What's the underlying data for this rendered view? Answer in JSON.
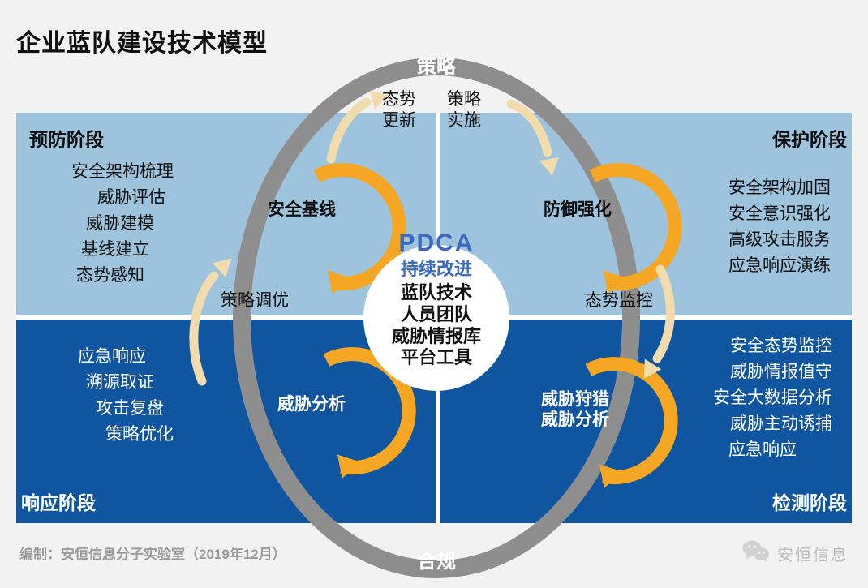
{
  "title": "企业蓝队建设技术模型",
  "colors": {
    "background": "#f2f2f2",
    "panel_light_blue": "#9dc3dd",
    "panel_dark_blue": "#10559f",
    "ring_gray": "#8e8e8e",
    "accent_orange": "#f5a623",
    "flow_arrow_cream": "#f2dcae",
    "center_blue_text": "#3a6bbf",
    "divider_white": "#ffffff"
  },
  "ring": {
    "top_label": "策略",
    "bottom_label": "合规"
  },
  "center": {
    "heading": "PDCA",
    "subheading": "持续改进",
    "lines": [
      "蓝队技术",
      "人员团队",
      "威胁情报库",
      "平台工具"
    ]
  },
  "quadrants": [
    {
      "key": "prevent",
      "title": "预防阶段",
      "items": [
        "安全架构梳理",
        "威胁评估",
        "威胁建模",
        "基线建立",
        "态势感知"
      ]
    },
    {
      "key": "protect",
      "title": "保护阶段",
      "items": [
        "安全架构加固",
        "安全意识强化",
        "高级攻击服务",
        "应急响应演练"
      ]
    },
    {
      "key": "respond",
      "title": "响应阶段",
      "items": [
        "应急响应",
        "溯源取证",
        "攻击复盘",
        "策略优化"
      ]
    },
    {
      "key": "detect",
      "title": "检测阶段",
      "items": [
        "安全态势监控",
        "威胁情报值守",
        "安全大数据分析",
        "威胁主动诱捕",
        "应急响应"
      ]
    }
  ],
  "nodes": [
    {
      "key": "baseline",
      "lines": [
        "安全基线"
      ]
    },
    {
      "key": "defense",
      "lines": [
        "防御强化"
      ]
    },
    {
      "key": "analysis",
      "lines": [
        "威胁分析"
      ]
    },
    {
      "key": "hunting",
      "lines": [
        "威胁狩猎",
        "威胁分析"
      ]
    }
  ],
  "flows": [
    {
      "key": "situation-update",
      "lines": [
        "态势",
        "更新"
      ]
    },
    {
      "key": "policy-implement",
      "lines": [
        "策略",
        "实施"
      ]
    },
    {
      "key": "situation-monitor",
      "lines": [
        "态势监控"
      ]
    },
    {
      "key": "policy-tuning",
      "lines": [
        "策略调优"
      ]
    }
  ],
  "footer": {
    "credit": "编制：安恒信息分子实验室（2019年12月）",
    "watermark": "安恒信息"
  }
}
